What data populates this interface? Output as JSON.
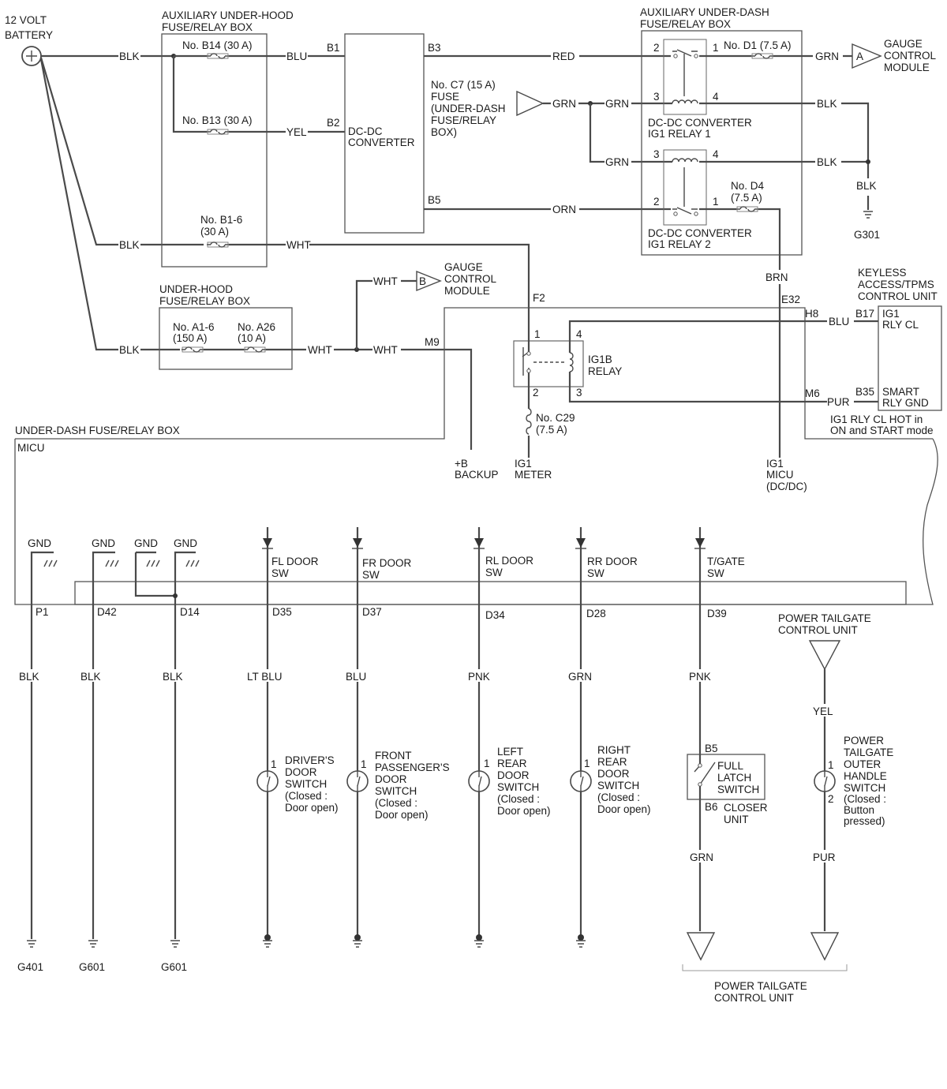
{
  "battery": {
    "label1": "12 VOLT",
    "label2": "BATTERY"
  },
  "aux_underhood": {
    "title1": "AUXILIARY UNDER-HOOD",
    "title2": "FUSE/RELAY BOX",
    "fuse_b14": "No. B14 (30 A)",
    "fuse_b13": "No. B13 (30 A)",
    "fuse_b16_1": "No. B1-6",
    "fuse_b16_2": "(30 A)"
  },
  "underhood": {
    "title1": "UNDER-HOOD",
    "title2": "FUSE/RELAY BOX",
    "fuse_a16_1": "No. A1-6",
    "fuse_a16_2": "(150 A)",
    "fuse_a26_1": "No. A26",
    "fuse_a26_2": "(10 A)"
  },
  "dcdc": {
    "label1": "DC-DC",
    "label2": "CONVERTER",
    "pin_b1": "B1",
    "pin_b2": "B2",
    "pin_b3": "B3",
    "pin_b5": "B5"
  },
  "c7": {
    "l1": "No. C7 (15 A)",
    "l2": "FUSE",
    "l3": "(UNDER-DASH",
    "l4": "FUSE/RELAY",
    "l5": "BOX)"
  },
  "aux_underdash": {
    "title1": "AUXILIARY UNDER-DASH",
    "title2": "FUSE/RELAY BOX",
    "fuse_d1": "No. D1 (7.5 A)",
    "fuse_d4_1": "No. D4",
    "fuse_d4_2": "(7.5 A)",
    "relay1_1": "DC-DC CONVERTER",
    "relay1_2": "IG1 RELAY 1",
    "relay2_1": "DC-DC CONVERTER",
    "relay2_2": "IG1 RELAY 2"
  },
  "gauge_a": {
    "conn": "A",
    "l1": "GAUGE",
    "l2": "CONTROL",
    "l3": "MODULE"
  },
  "gauge_b": {
    "conn": "B",
    "l1": "GAUGE",
    "l2": "CONTROL",
    "l3": "MODULE"
  },
  "keyless": {
    "l1": "KEYLESS",
    "l2": "ACCESS/TPMS",
    "l3": "CONTROL UNIT",
    "p1a": "IG1",
    "p1b": "RLY CL",
    "p2a": "SMART",
    "p2b": "RLY GND",
    "b17": "B17",
    "b35": "B35"
  },
  "ig1_note": {
    "l1": "IG1 RLY CL HOT in",
    "l2": "ON and START mode"
  },
  "ig1b": {
    "l1": "IG1B",
    "l2": "RELAY"
  },
  "c29": {
    "l1": "No. C29",
    "l2": "(7.5 A)"
  },
  "underdash": {
    "title": "UNDER-DASH FUSE/RELAY BOX",
    "micu": "MICU"
  },
  "conns": {
    "f2": "F2",
    "m9": "M9",
    "e32": "E32",
    "h8": "H8",
    "m6": "M6"
  },
  "micu_pins": {
    "backup1": "+B",
    "backup2": "BACKUP",
    "meter1": "IG1",
    "meter2": "METER",
    "micu1": "IG1",
    "micu2": "MICU",
    "micu3": "(DC/DC)"
  },
  "wires": {
    "blk": "BLK",
    "blu": "BLU",
    "yel": "YEL",
    "red": "RED",
    "grn": "GRN",
    "orn": "ORN",
    "wht": "WHT",
    "brn": "BRN",
    "pur": "PUR",
    "ltblu": "LT BLU",
    "pnk": "PNK"
  },
  "pins": {
    "p1": "1",
    "p2": "2",
    "p3": "3",
    "p4": "4"
  },
  "gnd": "GND",
  "grounds": {
    "g301": "G301",
    "g401": "G401",
    "g601": "G601"
  },
  "bottom_pins": {
    "p1": "P1",
    "d42": "D42",
    "d14": "D14",
    "d35": "D35",
    "d37": "D37",
    "d34": "D34",
    "d28": "D28",
    "d39": "D39"
  },
  "door_sw": {
    "fl1": "FL DOOR",
    "fl2": "SW",
    "fr1": "FR DOOR",
    "fr2": "SW",
    "rl1": "RL DOOR",
    "rl2": "SW",
    "rr1": "RR DOOR",
    "rr2": "SW",
    "tg1": "T/GATE",
    "tg2": "SW"
  },
  "switches": {
    "drv": [
      "DRIVER'S",
      "DOOR",
      "SWITCH",
      "(Closed :",
      "Door open)"
    ],
    "fp": [
      "FRONT",
      "PASSENGER'S",
      "DOOR",
      "SWITCH",
      "(Closed :",
      "Door open)"
    ],
    "lr": [
      "LEFT",
      "REAR",
      "DOOR",
      "SWITCH",
      "(Closed :",
      "Door open)"
    ],
    "rr": [
      "RIGHT",
      "REAR",
      "DOOR",
      "SWITCH",
      "(Closed :",
      "Door open)"
    ],
    "latch": [
      "FULL",
      "LATCH",
      "SWITCH"
    ],
    "closer": [
      "CLOSER",
      "UNIT"
    ],
    "handle": [
      "POWER",
      "TAILGATE",
      "OUTER",
      "HANDLE",
      "SWITCH",
      "(Closed :",
      "Button",
      "pressed)"
    ],
    "b5": "B5",
    "b6": "B6"
  },
  "ptcu_top": {
    "l1": "POWER TAILGATE",
    "l2": "CONTROL UNIT"
  },
  "ptcu_bottom": {
    "l1": "POWER TAILGATE",
    "l2": "CONTROL UNIT"
  }
}
